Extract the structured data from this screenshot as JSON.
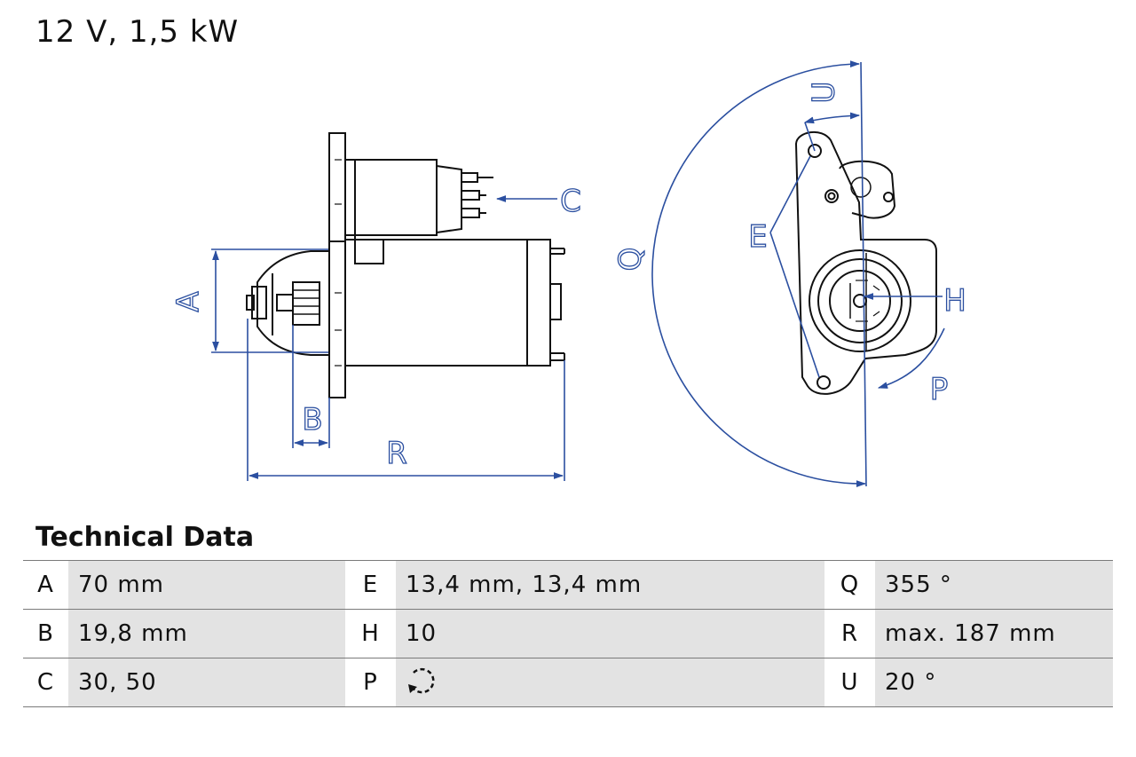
{
  "header": {
    "title": "12 V, 1,5 kW"
  },
  "diagram_labels": {
    "A": "A",
    "B": "B",
    "C": "C",
    "E": "E",
    "H": "H",
    "P": "P",
    "Q": "Q",
    "R": "R",
    "U": "U"
  },
  "colors": {
    "dimension": "#2b4fa0",
    "outline": "#111111",
    "value_cell": "#e3e3e3"
  },
  "specs": {
    "title": "Technical Data",
    "rows": [
      [
        {
          "key": "A",
          "value": "70 mm"
        },
        {
          "key": "E",
          "value": "13,4 mm, 13,4 mm"
        },
        {
          "key": "Q",
          "value": "355 °"
        }
      ],
      [
        {
          "key": "B",
          "value": "19,8 mm"
        },
        {
          "key": "H",
          "value": "10"
        },
        {
          "key": "R",
          "value": "max. 187 mm"
        }
      ],
      [
        {
          "key": "C",
          "value": "30, 50"
        },
        {
          "key": "P",
          "icon": "clockwise-rotation-icon"
        },
        {
          "key": "U",
          "value": "20 °"
        }
      ]
    ]
  }
}
